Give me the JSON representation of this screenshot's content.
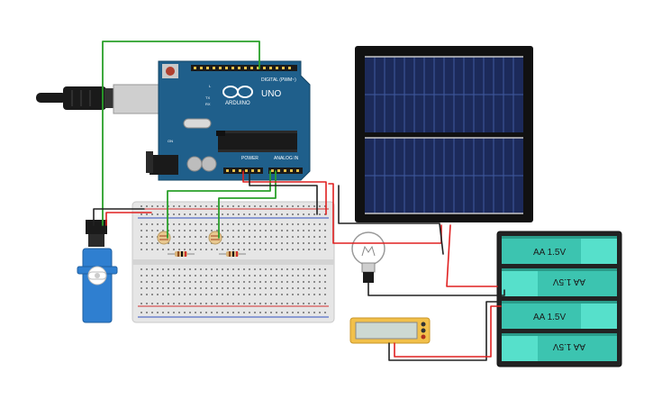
{
  "arduino": {
    "brand_label": "ARDUINO",
    "model_label": "UNO",
    "digital_header_label": "DIGITAL (PWM~)",
    "power_header_label": "POWER",
    "analog_header_label": "ANALOG IN",
    "led_labels": [
      "L",
      "TX",
      "RX"
    ],
    "on_label": "ON"
  },
  "battery_pack": {
    "cells": [
      {
        "label": "AA 1.5V",
        "orientation": "normal"
      },
      {
        "label": "AA 1.5V",
        "orientation": "flipped"
      },
      {
        "label": "AA 1.5V",
        "orientation": "normal"
      },
      {
        "label": "AA 1.5V",
        "orientation": "flipped"
      }
    ]
  },
  "colors": {
    "arduino_board": "#1f5f8b",
    "wire_red": "#e02020",
    "wire_black": "#222222",
    "wire_green": "#2aa02a",
    "solar_panel": "#1c2a5a",
    "battery_cell": "#3cc4b0",
    "multimeter": "#f2c04a",
    "servo": "#2f7fd0"
  }
}
